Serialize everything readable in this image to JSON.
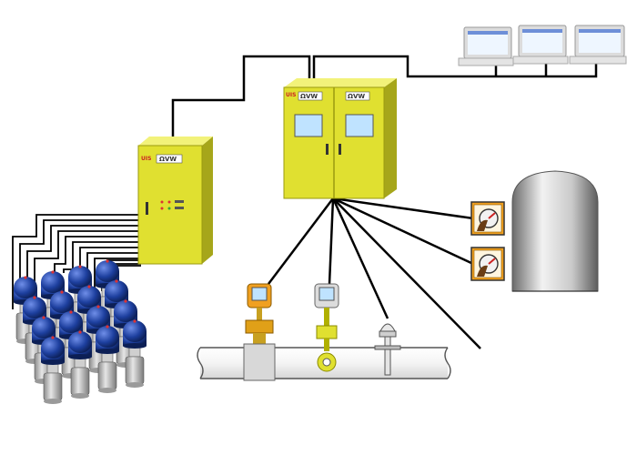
{
  "diagram": {
    "colors": {
      "cabinet": "#e6e635",
      "cabinet_shadow": "#b8b820",
      "line": "#000000",
      "screen": "#bfe3ff",
      "tank": "#a8a8a8",
      "valve_blue": "#1d3f9e",
      "pipe": "#ffffff",
      "panel": "#f0a020"
    },
    "cabinet_left": {
      "badge": "UIS",
      "logo": "ΩVW"
    },
    "cabinet_main": {
      "badge": "UIS",
      "logo_left": "ΩVW",
      "logo_right": "ΩVW"
    },
    "workstations": {
      "count": 3
    },
    "valves": {
      "count": 16
    },
    "transmitters": {
      "count": 3
    },
    "tank_gauges": {
      "count": 2
    }
  }
}
